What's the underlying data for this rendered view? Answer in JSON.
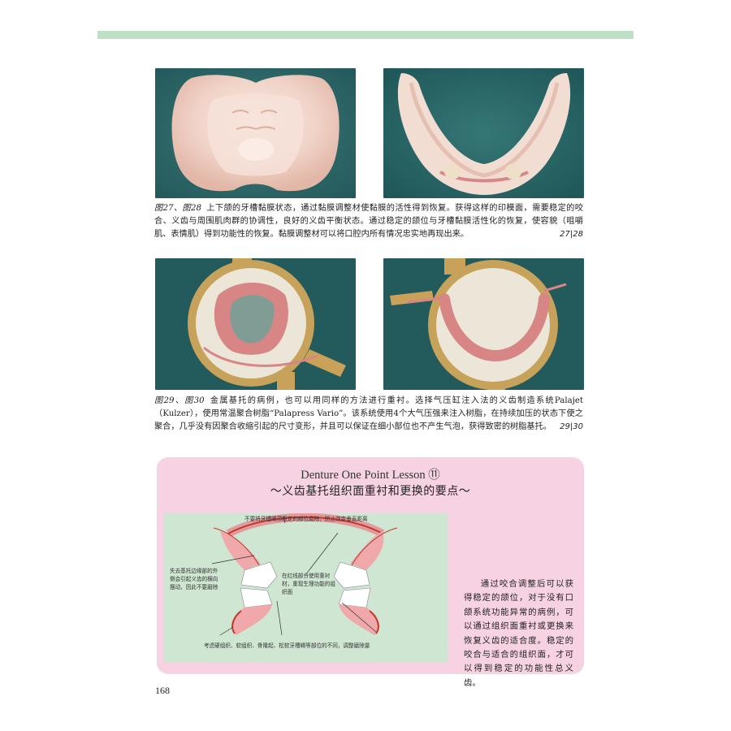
{
  "figures_top": {
    "caption_label": "图27、图28",
    "caption_text": "上下颌的牙槽黏膜状态，通过黏膜调整材使黏膜的活性得到恢复。获得这样的印模面，需要稳定的咬合、义齿与周围肌肉群的协调性，良好的义齿平衡状态。通过稳定的颌位与牙槽黏膜活性化的恢复，使容貌（咀嚼肌、表情肌）得到功能性的恢复。黏膜调整材可以将口腔内所有情况忠实地再现出来。",
    "figure_ref": "27|28"
  },
  "figures_bottom": {
    "caption_label": "图29、图30",
    "caption_text": "金属基托的病例，也可以用同样的方法进行重衬。选择气压缸注入法的义齿制造系统Palajet（Kulzer），使用常温聚合树脂“Palapress Vario”。该系统使用4个大气压强来注入树脂，在持续加压的状态下使之聚合，几乎没有因聚合收缩引起的尺寸变形，并且可以保证在细小部位也不产生气泡，获得致密的树脂基托。",
    "figure_ref": "29|30"
  },
  "lesson": {
    "title": "Denture One Point Lesson ⑪",
    "subtitle": "～义齿基托组织面重衬和更换的要点～",
    "diagram_labels": {
      "top": "不要将牙槽嵴顶稳定的部位磨除，防止改变垂直距离",
      "left": "失去基托边缘部的外侧会引起义齿的横向摆动，因此不要磨除",
      "center": "在红线部分使用重衬材，重现生理功能的组织面",
      "bottom": "考虑硬组织、软组织、骨隆起、松软牙槽嵴等部位的不同，调整磨除量"
    },
    "body_text": "通过咬合调整后可以获得稳定的颌位，对于没有口颌系统功能异常的病例，可以通过组织面重衬或更换来恢复义齿的适合度。稳定的咬合与适合的组织面，才可以得到稳定的功能性总义齿。"
  },
  "page_number": "168",
  "colors": {
    "top_bar": "#bfe0c6",
    "lesson_background": "#f7d2e3",
    "diagram_background": "#cfe6d2",
    "photo_background": "#2f6b6c"
  }
}
